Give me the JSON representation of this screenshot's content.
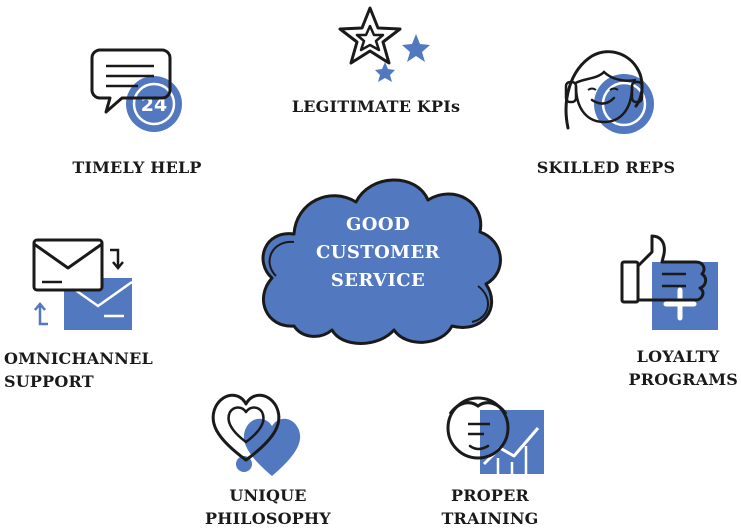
{
  "colors": {
    "accent": "#5278c0",
    "stroke": "#1a1a1a",
    "background": "#ffffff"
  },
  "center": {
    "lines": [
      "GOOD",
      "CUSTOMER",
      "SERVICE"
    ]
  },
  "nodes": {
    "legitimate_kpis": {
      "label": [
        "LEGITIMATE KPIs"
      ],
      "icon": "star-icon"
    },
    "timely_help": {
      "label": [
        "TIMELY HELP"
      ],
      "icon": "chat-24-icon",
      "icon_text": "24"
    },
    "skilled_reps": {
      "label": [
        "SKILLED REPS"
      ],
      "icon": "agent-headset-icon"
    },
    "omnichannel_support": {
      "label": [
        "OMNICHANNEL",
        "SUPPORT"
      ],
      "icon": "envelope-exchange-icon"
    },
    "loyalty_programs": {
      "label": [
        "LOYALTY",
        "PROGRAMS"
      ],
      "icon": "thumbs-up-card-icon"
    },
    "unique_philosophy": {
      "label": [
        "UNIQUE",
        "PHILOSOPHY"
      ],
      "icon": "hearts-icon"
    },
    "proper_training": {
      "label": [
        "PROPER",
        "TRAINING"
      ],
      "icon": "growth-chart-person-icon"
    }
  }
}
